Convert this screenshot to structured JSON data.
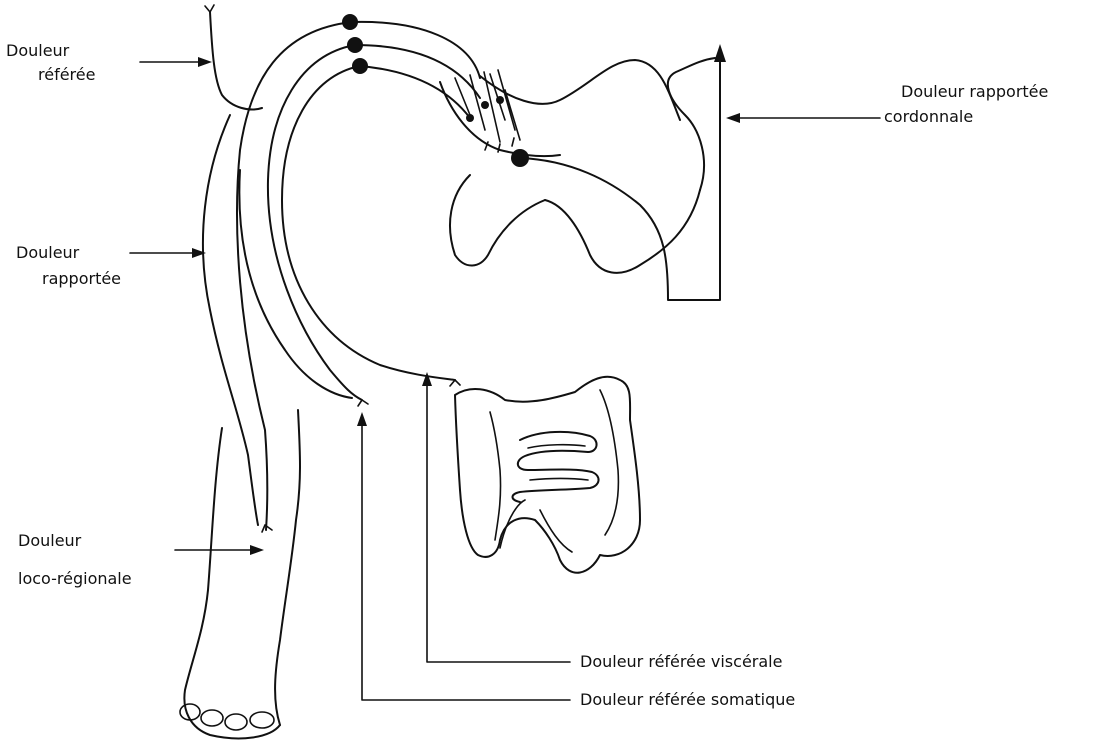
{
  "labels": {
    "douleur_referee": [
      "Douleur",
      "référée"
    ],
    "douleur_rapportee": [
      "Douleur",
      "rapportée"
    ],
    "douleur_loco_regionale": [
      "Douleur",
      "loco-régionale"
    ],
    "douleur_rapportee_cordonnale": [
      "Douleur rapportée",
      "cordonnale"
    ],
    "douleur_referee_viscerale": "Douleur référée viscérale",
    "douleur_referee_somatique": "Douleur référée somatique"
  },
  "colors": {
    "ink": "#111111",
    "background": "#ffffff"
  }
}
